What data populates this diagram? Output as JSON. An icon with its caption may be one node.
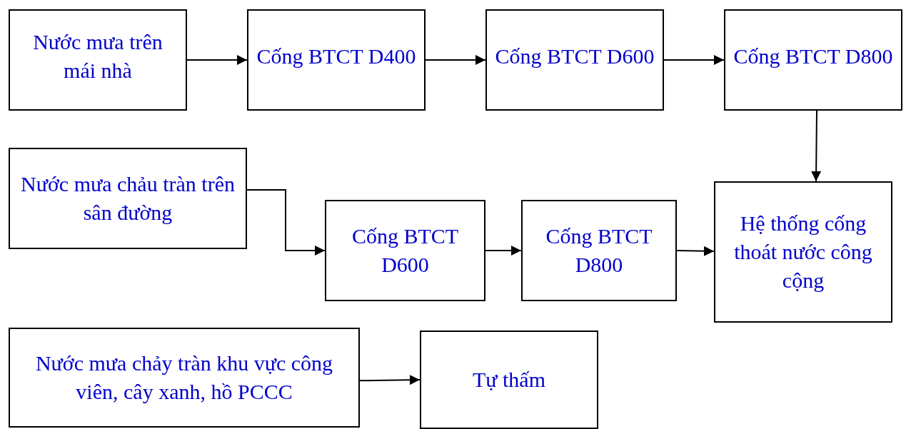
{
  "diagram": {
    "nodes": [
      {
        "text": [
          "Nước mưa trên mái nhà"
        ]
      },
      {
        "text": [
          "Cống BTCT D400"
        ]
      },
      {
        "text": [
          "Cống BTCT D600"
        ]
      },
      {
        "text": [
          "Cống BTCT D800"
        ]
      },
      {
        "text": [
          "Nước mưa chảu tràn trên sân đường"
        ]
      },
      {
        "text": [
          "Cống BTCT D600"
        ]
      },
      {
        "text": [
          "Cống BTCT D800"
        ]
      },
      {
        "text": [
          "Hệ thống cống thoát nước công cộng"
        ]
      },
      {
        "text": [
          "Nước mưa chảy tràn khu vực công viên, cây xanh, hồ PCCC"
        ]
      },
      {
        "text": [
          "Tự thấm"
        ]
      }
    ],
    "edges": [
      {
        "from": 0,
        "to": 1,
        "arrow": "to"
      },
      {
        "from": 1,
        "to": 2,
        "arrow": "to"
      },
      {
        "from": 2,
        "to": 3,
        "arrow": "to"
      },
      {
        "from": 3,
        "to": 7,
        "arrow": "to"
      },
      {
        "from": 4,
        "to": 5,
        "arrow": "to"
      },
      {
        "from": 5,
        "to": 6,
        "arrow": "to"
      },
      {
        "from": 6,
        "to": 7,
        "arrow": "to"
      },
      {
        "from": 8,
        "to": 9,
        "arrow": "to"
      }
    ]
  }
}
